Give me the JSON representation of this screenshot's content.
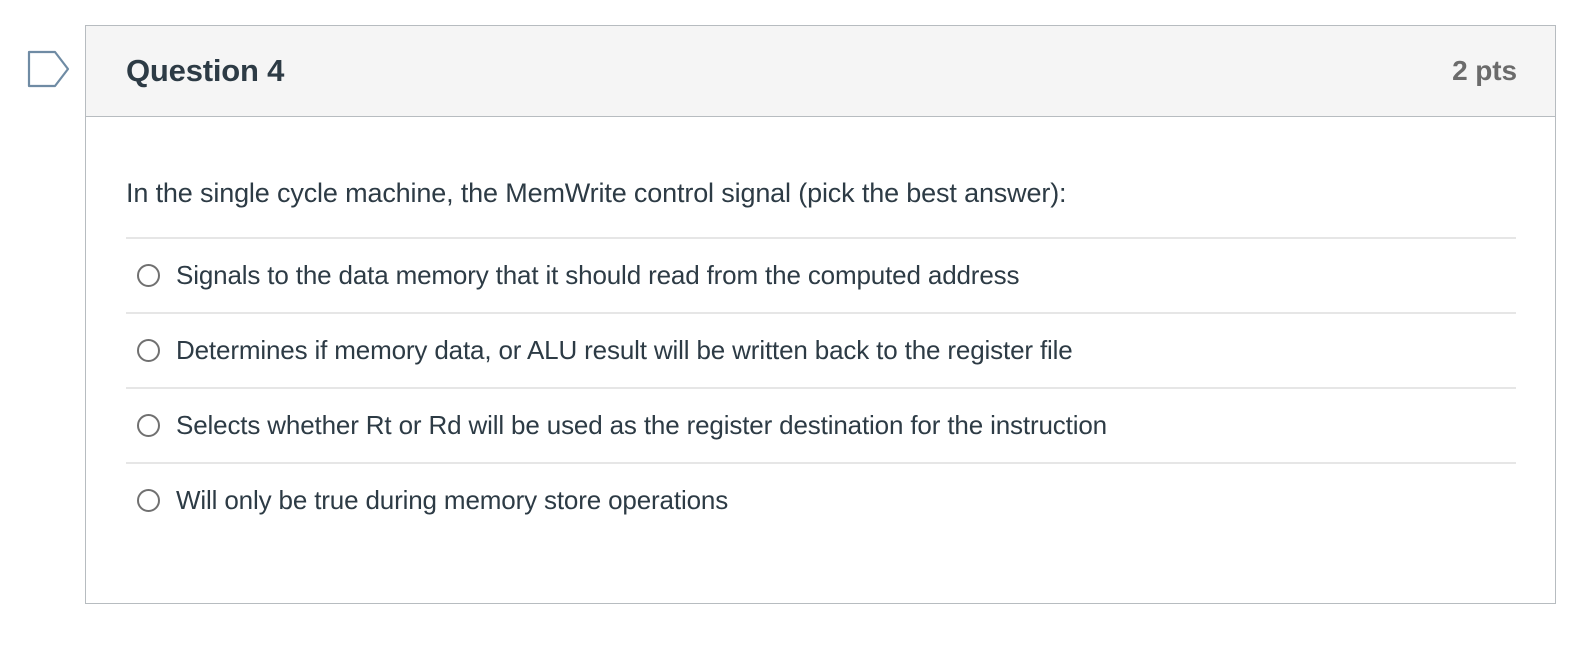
{
  "flag_icon": {
    "name": "question-flag-icon",
    "stroke_color": "#6f8ba4"
  },
  "question": {
    "header": {
      "title": "Question 4",
      "points": "2 pts"
    },
    "prompt": "In the single cycle machine, the MemWrite control signal (pick the best answer):",
    "answers": [
      {
        "label": "Signals to the data memory that it should read from the computed address",
        "selected": false
      },
      {
        "label": "Determines if memory data, or ALU result will be written back to the register file",
        "selected": false
      },
      {
        "label": "Selects whether Rt or Rd will be used as the register destination for the instruction",
        "selected": false
      },
      {
        "label": "Will only be true during memory store operations",
        "selected": false
      }
    ]
  },
  "colors": {
    "card_border": "#b7bcc0",
    "header_bg": "#f5f5f5",
    "text_primary": "#2d3b45",
    "text_muted": "#6b6b6b",
    "divider": "#e6e6e6",
    "radio_border": "#707070"
  }
}
